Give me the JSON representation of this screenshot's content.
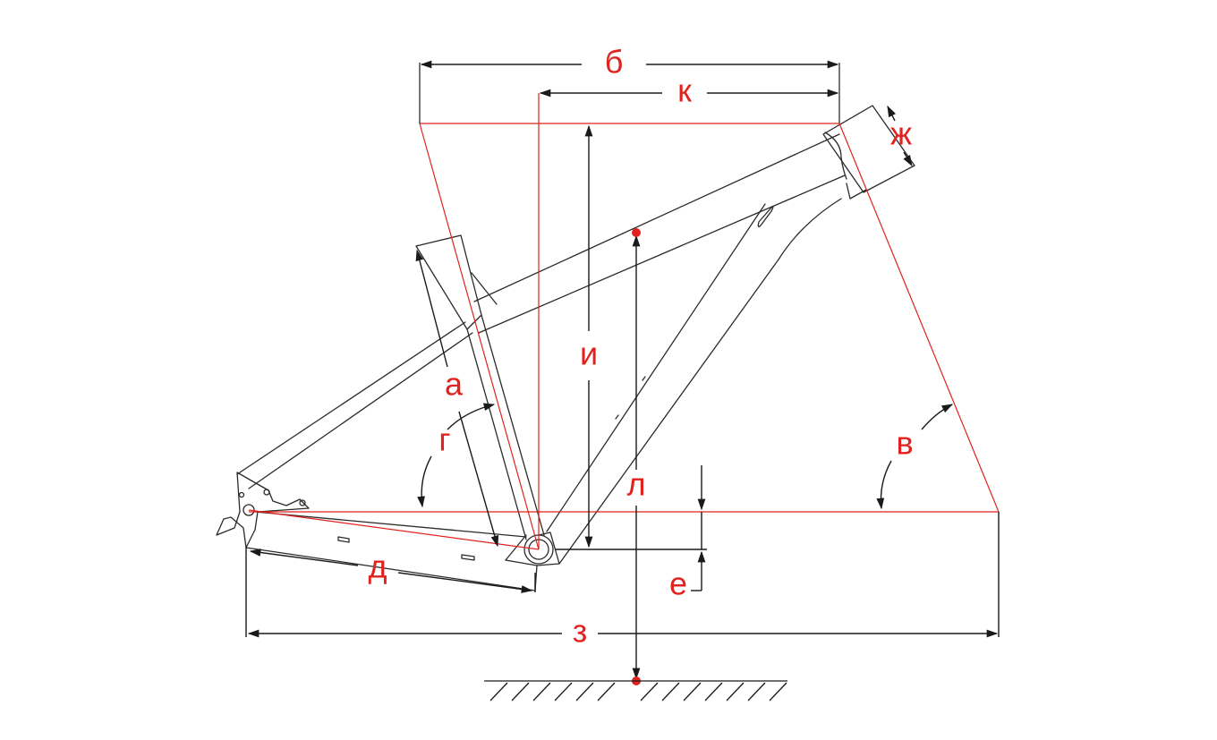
{
  "colors": {
    "frame": "#2a2a2a",
    "dimension": "#1a1a1a",
    "accent": "#e0231f"
  },
  "labels": {
    "a": "а",
    "b": "б",
    "v": "в",
    "g": "г",
    "d": "д",
    "e": "е",
    "zh": "ж",
    "z": "з",
    "i": "и",
    "k": "к",
    "l": "л"
  }
}
